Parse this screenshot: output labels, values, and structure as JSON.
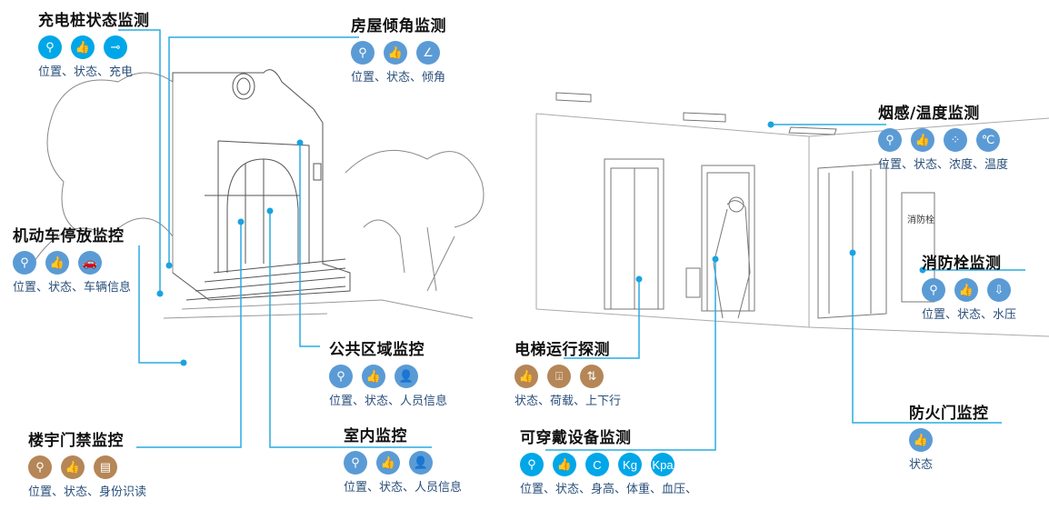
{
  "colors": {
    "line": "#29abe2",
    "cyan": "#00a7e8",
    "blue": "#5b9bd5",
    "brown": "#b58657"
  },
  "groups": [
    {
      "id": "charging",
      "title": "充电桩状态监测",
      "icons": [
        "location-icon",
        "thumbs-up-icon",
        "plug-icon"
      ],
      "labels": "位置、状态、充电",
      "color": "cyan"
    },
    {
      "id": "tilt",
      "title": "房屋倾角监测",
      "icons": [
        "location-icon",
        "thumbs-up-icon",
        "angle-icon"
      ],
      "labels": "位置、状态、倾角",
      "color": "blue"
    },
    {
      "id": "parking",
      "title": "机动车停放监控",
      "icons": [
        "location-icon",
        "thumbs-up-icon",
        "car-icon"
      ],
      "labels": "位置、状态、车辆信息",
      "color": "blue"
    },
    {
      "id": "public",
      "title": "公共区域监控",
      "icons": [
        "location-icon",
        "thumbs-up-icon",
        "person-icon"
      ],
      "labels": "位置、状态、人员信息",
      "color": "blue"
    },
    {
      "id": "access",
      "title": "楼宇门禁监控",
      "icons": [
        "location-icon",
        "thumbs-up-icon",
        "id-card-icon"
      ],
      "labels": "位置、状态、身份识读",
      "color": "brown"
    },
    {
      "id": "indoor",
      "title": "室内监控",
      "icons": [
        "location-icon",
        "thumbs-up-icon",
        "person-icon"
      ],
      "labels": "位置、状态、人员信息",
      "color": "blue"
    },
    {
      "id": "smoke",
      "title": "烟感/温度监测",
      "icons": [
        "location-icon",
        "thumbs-up-icon",
        "density-icon",
        "celsius-icon"
      ],
      "labels": "位置、状态、浓度、温度",
      "color": "blue"
    },
    {
      "id": "hydrant",
      "title": "消防栓监测",
      "icons": [
        "location-icon",
        "thumbs-up-icon",
        "pressure-icon"
      ],
      "labels": "位置、状态、水压",
      "color": "blue"
    },
    {
      "id": "elevator",
      "title": "电梯运行探测",
      "icons": [
        "thumbs-up-icon",
        "load-icon",
        "up-down-icon"
      ],
      "labels": "状态、荷载、上下行",
      "color": "brown"
    },
    {
      "id": "wearable",
      "title": "可穿戴设备监测",
      "icons": [
        "location-icon",
        "thumbs-up-icon",
        "height-icon",
        "weight-icon",
        "blood-pressure-icon"
      ],
      "icon_text": [
        "",
        "",
        "C",
        "Kg",
        "Kpa"
      ],
      "labels": "位置、状态、身高、体重、血压、",
      "color": "cyan"
    },
    {
      "id": "firedoor",
      "title": "防火门监控",
      "icons": [
        "thumbs-up-icon"
      ],
      "labels": "状态",
      "color": "blue"
    }
  ],
  "scene_text": {
    "hydrant_sign": "消防栓"
  }
}
